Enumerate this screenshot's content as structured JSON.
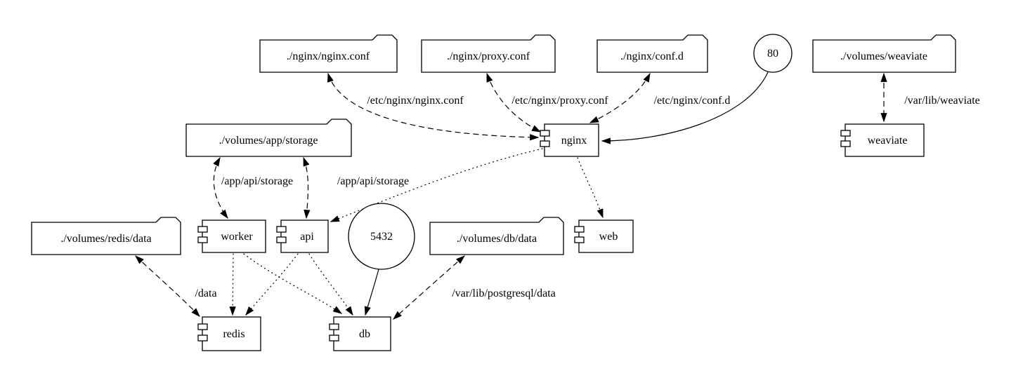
{
  "diagram": {
    "colors": {
      "stroke": "#000000",
      "background": "#ffffff"
    },
    "nodes": {
      "nginx_conf": {
        "label": "./nginx/nginx.conf",
        "type": "folder"
      },
      "proxy_conf": {
        "label": "./nginx/proxy.conf",
        "type": "folder"
      },
      "conf_d": {
        "label": "./nginx/conf.d",
        "type": "folder"
      },
      "port_80": {
        "label": "80",
        "type": "circle"
      },
      "volumes_weaviate": {
        "label": "./volumes/weaviate",
        "type": "folder"
      },
      "volumes_app_storage": {
        "label": "./volumes/app/storage",
        "type": "folder"
      },
      "nginx": {
        "label": "nginx",
        "type": "component"
      },
      "weaviate": {
        "label": "weaviate",
        "type": "component"
      },
      "volumes_redis_data": {
        "label": "./volumes/redis/data",
        "type": "folder"
      },
      "worker": {
        "label": "worker",
        "type": "component"
      },
      "api": {
        "label": "api",
        "type": "component"
      },
      "port_5432": {
        "label": "5432",
        "type": "circle"
      },
      "volumes_db_data": {
        "label": "./volumes/db/data",
        "type": "folder"
      },
      "web": {
        "label": "web",
        "type": "component"
      },
      "redis": {
        "label": "redis",
        "type": "component"
      },
      "db": {
        "label": "db",
        "type": "component"
      }
    },
    "edges": {
      "e_nginx_conf": {
        "label": "/etc/nginx/nginx.conf",
        "style": "dashed"
      },
      "e_proxy_conf": {
        "label": "/etc/nginx/proxy.conf",
        "style": "dashed"
      },
      "e_conf_d": {
        "label": "/etc/nginx/conf.d",
        "style": "dashed"
      },
      "e_weaviate": {
        "label": "/var/lib/weaviate",
        "style": "dashed"
      },
      "e_storage_worker": {
        "label": "/app/api/storage",
        "style": "dashed"
      },
      "e_storage_api": {
        "label": "/app/api/storage",
        "style": "dashed"
      },
      "e_redis_data": {
        "label": "/data",
        "style": "dashed"
      },
      "e_db_data": {
        "label": "/var/lib/postgresql/data",
        "style": "dashed"
      }
    }
  }
}
